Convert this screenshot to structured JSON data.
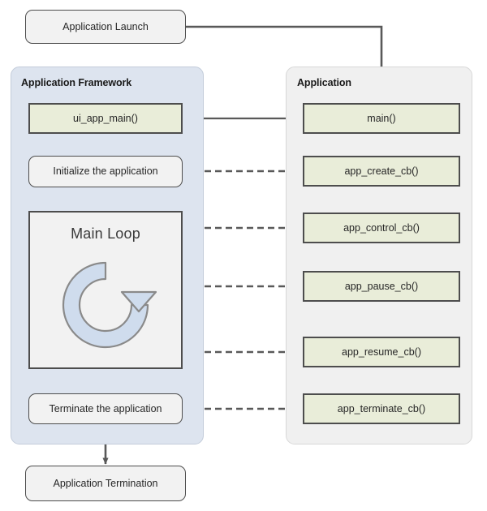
{
  "diagram": {
    "title": "Application lifecycle: Application Framework and Application",
    "colors": {
      "framework_panel_fill": "#dde4ef",
      "framework_panel_border": "#c3ccda",
      "application_panel_fill": "#f0f0f0",
      "application_panel_border": "#d8d8d8",
      "callback_box_fill": "#e9edd9",
      "box_border": "#4d4d4d",
      "plain_box_fill": "#f2f2f2",
      "arrow_solid": "#595959",
      "arrow_dashed": "#595959",
      "loop_icon_fill": "#cfdced",
      "loop_icon_stroke": "#8a8a8a",
      "page_background": "#ffffff"
    }
  },
  "terminals": {
    "launch": "Application Launch",
    "termination": "Application Termination"
  },
  "framework": {
    "title": "Application Framework",
    "nodes": [
      {
        "id": "ui_app_main",
        "label": "ui_app_main()",
        "style": "green"
      },
      {
        "id": "initialize",
        "label": "Initialize the application",
        "style": "rounded"
      },
      {
        "id": "main_loop",
        "label": "Main Loop",
        "style": "loop",
        "icon": "circular-arrow-icon"
      },
      {
        "id": "terminate",
        "label": "Terminate the application",
        "style": "rounded"
      }
    ]
  },
  "application": {
    "title": "Application",
    "nodes": [
      {
        "id": "main",
        "label": "main()",
        "style": "green"
      },
      {
        "id": "app_create_cb",
        "label": "app_create_cb()",
        "style": "green"
      },
      {
        "id": "app_control_cb",
        "label": "app_control_cb()",
        "style": "green"
      },
      {
        "id": "app_pause_cb",
        "label": "app_pause_cb()",
        "style": "green"
      },
      {
        "id": "app_resume_cb",
        "label": "app_resume_cb()",
        "style": "green"
      },
      {
        "id": "app_terminate_cb",
        "label": "app_terminate_cb()",
        "style": "green"
      }
    ]
  },
  "connections": [
    {
      "from": "launch",
      "to": "main",
      "style": "solid",
      "routing": "elbow-right-down"
    },
    {
      "from": "main",
      "to": "ui_app_main",
      "style": "solid",
      "routing": "straight-left"
    },
    {
      "from": "ui_app_main",
      "to": "initialize",
      "style": "solid",
      "routing": "straight-down"
    },
    {
      "from": "initialize",
      "to": "main_loop",
      "style": "solid",
      "routing": "straight-down"
    },
    {
      "from": "main_loop",
      "to": "terminate",
      "style": "solid",
      "routing": "straight-down"
    },
    {
      "from": "terminate",
      "to": "termination",
      "style": "solid",
      "routing": "straight-down"
    },
    {
      "from": "initialize",
      "to": "app_create_cb",
      "style": "dashed",
      "routing": "straight-right"
    },
    {
      "from": "main_loop",
      "to": "app_control_cb",
      "style": "dashed",
      "routing": "straight-right"
    },
    {
      "from": "main_loop",
      "to": "app_pause_cb",
      "style": "dashed",
      "routing": "straight-right"
    },
    {
      "from": "main_loop",
      "to": "app_resume_cb",
      "style": "dashed",
      "routing": "straight-right"
    },
    {
      "from": "terminate",
      "to": "app_terminate_cb",
      "style": "dashed",
      "routing": "straight-right"
    }
  ]
}
